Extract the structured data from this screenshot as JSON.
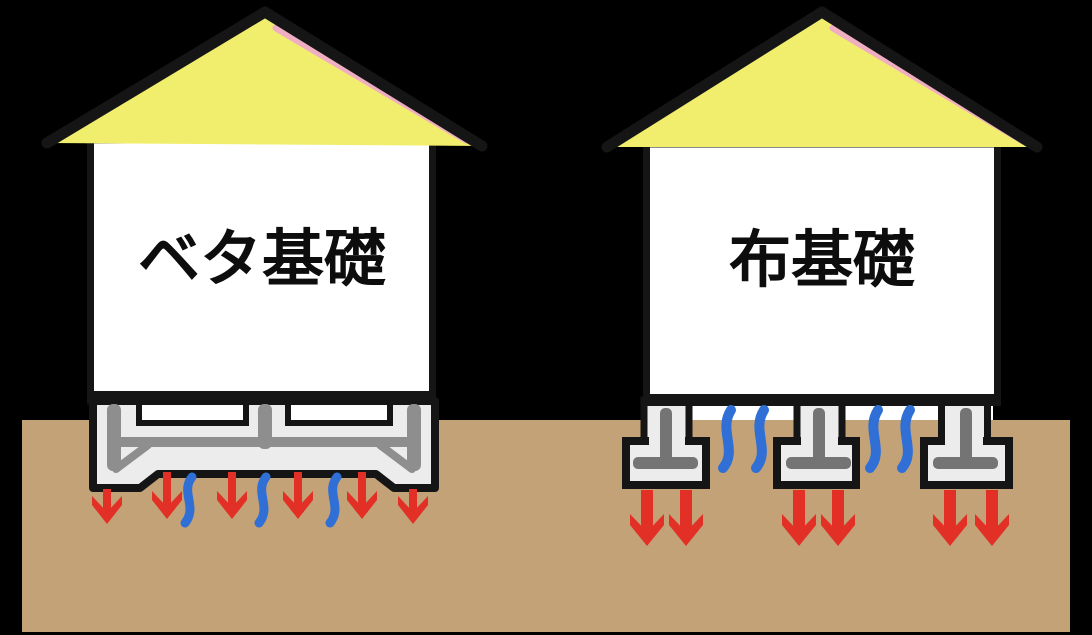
{
  "background_color": "#000000",
  "diagram": {
    "panels": [
      {
        "label": "ベタ基礎",
        "red_load_arrows": 6,
        "blue_waves": 3
      },
      {
        "label": "布基礎",
        "red_load_arrows": 6,
        "blue_waves": 4,
        "footings": 3
      }
    ],
    "colors": {
      "roof_yellow": "#f1ee6e",
      "roof_edge_pink": "#f0aec2",
      "outline": "#151515",
      "wall_white": "#ffffff",
      "ground_tan": "#c3a277",
      "concrete_gray": "#ececec",
      "rebar_gray": "#8e8e8e",
      "rebar_dark_gray": "#747474",
      "arrow_red": "#e23026",
      "wave_blue": "#2f6fd6",
      "label_black": "#0d0d0d"
    }
  }
}
